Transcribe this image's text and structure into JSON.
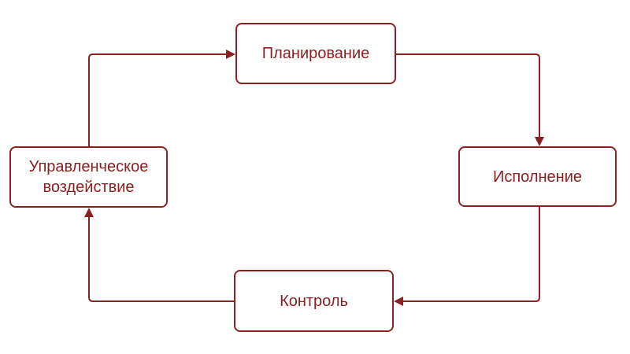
{
  "colors": {
    "accent": "#8B2020",
    "background": "#FFFFFF"
  },
  "diagram": {
    "type": "cycle",
    "nodes": [
      {
        "id": "planning",
        "label": "Планирование"
      },
      {
        "id": "execution",
        "label": "Исполнение"
      },
      {
        "id": "control",
        "label": "Контроль"
      },
      {
        "id": "management-influence",
        "label": "Управленческое воздействие"
      }
    ],
    "edges": [
      {
        "from": "management-influence",
        "to": "planning"
      },
      {
        "from": "planning",
        "to": "execution"
      },
      {
        "from": "execution",
        "to": "control"
      },
      {
        "from": "control",
        "to": "management-influence"
      }
    ]
  }
}
